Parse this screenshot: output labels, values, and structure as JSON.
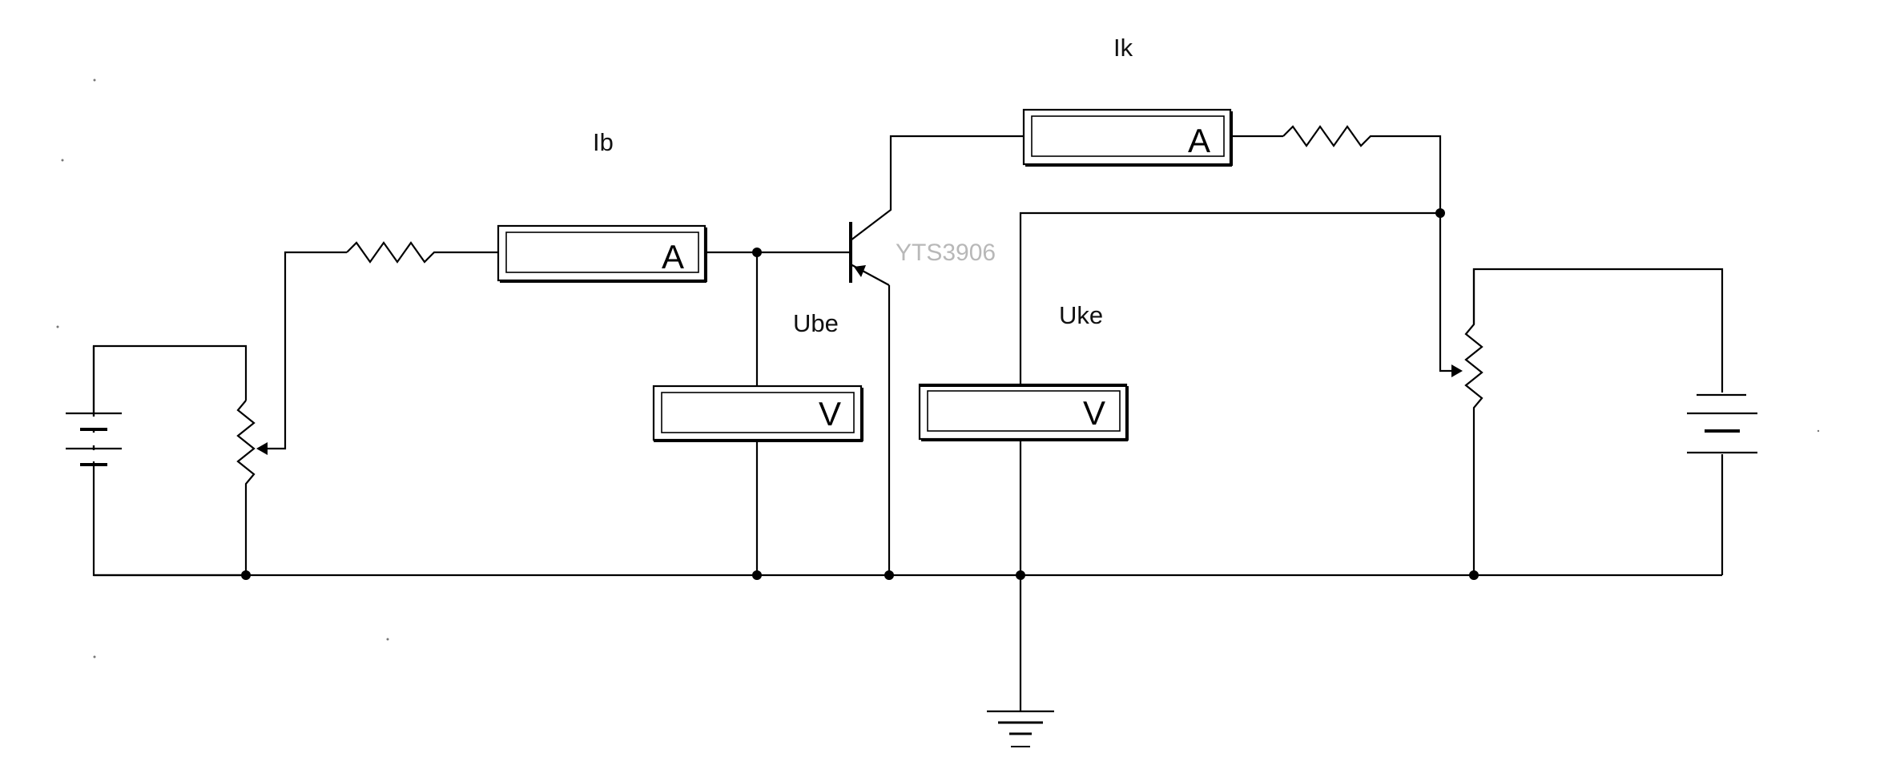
{
  "labels": {
    "ib": "Ib",
    "ik": "Ik",
    "ube": "Ube",
    "uke": "Uke"
  },
  "meters": {
    "ammeter_base": "A",
    "ammeter_collector": "A",
    "voltmeter_be": "V",
    "voltmeter_ke": "V"
  },
  "transistor": {
    "part_number": "YTS3906"
  },
  "colors": {
    "wire": "#000000",
    "background": "#ffffff",
    "part_number_text": "#b8b8b8"
  }
}
